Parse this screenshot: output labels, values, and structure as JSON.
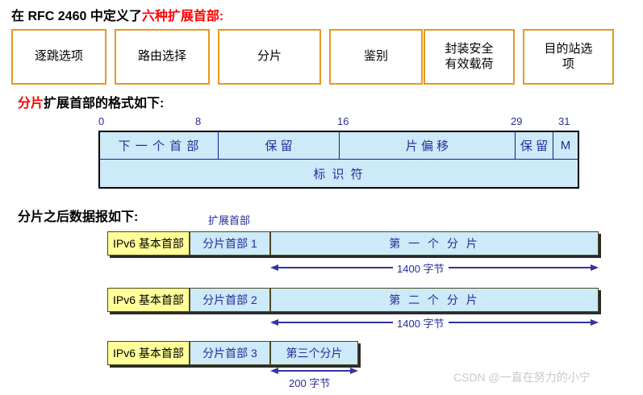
{
  "headings": {
    "ext_headers_prefix": "在 RFC 2460 中定义了",
    "ext_headers_highlight": "六种扩展首部:",
    "frag_format_highlight": "分片",
    "frag_format_rest": "扩展首部的格式如下:",
    "after_frag": "分片之后数据报如下:"
  },
  "ext_boxes": [
    {
      "label": "逐跳选项"
    },
    {
      "label": "路由选择"
    },
    {
      "label": "分片"
    },
    {
      "label": "鉴别"
    },
    {
      "label": "封装安全\n有效载荷"
    },
    {
      "label": "目的站选\n项"
    }
  ],
  "bit_table": {
    "bit_labels": [
      "0",
      "8",
      "16",
      "29",
      "31"
    ],
    "row1": [
      {
        "label": "下 一 个 首 部",
        "bits": 8
      },
      {
        "label": "保    留",
        "bits": 8
      },
      {
        "label": "片   偏   移",
        "bits": 13
      },
      {
        "label": "保 留",
        "bits": 2
      },
      {
        "label": "M",
        "bits": 1
      }
    ],
    "row2": [
      {
        "label": "标    识    符",
        "bits": 32
      }
    ]
  },
  "fragment_diagram": {
    "annotation": "扩展首部",
    "rows": [
      {
        "base_header": "IPv6 基本首部",
        "frag_header": "分片首部 1",
        "payload": "第 一 个 分 片",
        "measure_label": "1400 字节"
      },
      {
        "base_header": "IPv6 基本首部",
        "frag_header": "分片首部 2",
        "payload": "第 二 个 分 片",
        "measure_label": "1400 字节"
      },
      {
        "base_header": "IPv6 基本首部",
        "frag_header": "分片首部 3",
        "payload": "第三个分片",
        "measure_label": "200 字节"
      }
    ]
  },
  "watermark": "CSDN @一直在努力的小宁",
  "colors": {
    "ext_box_border": "#e8981f",
    "highlight_red": "#ff0000",
    "table_fill": "#cceaf7",
    "base_header_fill": "#ffff99",
    "arrow_blue": "#3333a0",
    "text_blue": "#2a2a9c"
  }
}
